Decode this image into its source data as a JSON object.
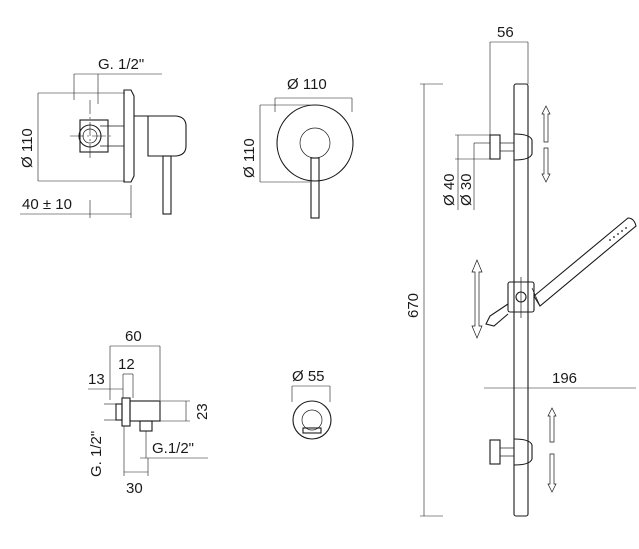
{
  "labels": {
    "mixer_thread": "G. 1/2\"",
    "mixer_side_height": "Ø 110",
    "mixer_depth": "40 ± 10",
    "mixer_front_width": "Ø 110",
    "mixer_front_height": "Ø 110",
    "rail_offset": "56",
    "bracket_outer": "Ø 40",
    "bracket_inner": "Ø 30",
    "rail_length": "670",
    "hand_shower_reach": "196",
    "outlet_width": "60",
    "outlet_nozzle": "12",
    "outlet_flange": "13",
    "outlet_height": "23",
    "outlet_thread_side": "G. 1/2\"",
    "outlet_thread_out": "G.1/2\"",
    "outlet_depth": "30",
    "outlet_cover": "Ø 55"
  }
}
